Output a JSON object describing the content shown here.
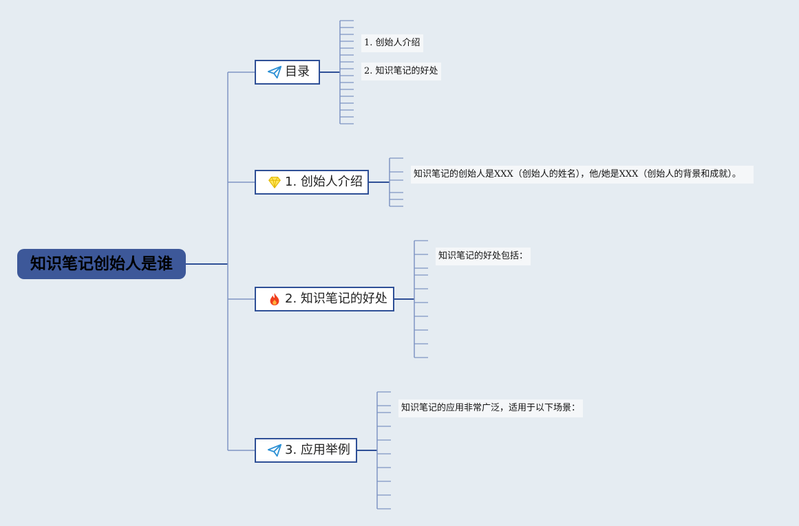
{
  "root": {
    "title": "知识笔记创始人是谁"
  },
  "branches": [
    {
      "label": "目录",
      "icon": "paper-plane-icon",
      "leaves": [
        "1. 创始人介绍",
        "2. 知识笔记的好处"
      ]
    },
    {
      "label": "1. 创始人介绍",
      "icon": "diamond-icon",
      "leaves": [
        "知识笔记的创始人是XXX（创始人的姓名），他/她是XXX（创始人的背景和成就）。"
      ]
    },
    {
      "label": "2. 知识笔记的好处",
      "icon": "fire-icon",
      "leaves": [
        "知识笔记的好处包括："
      ]
    },
    {
      "label": "3. 应用举例",
      "icon": "paper-plane-icon",
      "leaves": [
        "知识笔记的应用非常广泛，适用于以下场景："
      ]
    }
  ],
  "colors": {
    "root_fill": "#3d5899",
    "node_border": "#2e4f96",
    "connector": "#7e94c3",
    "background": "#e5ecf2"
  }
}
